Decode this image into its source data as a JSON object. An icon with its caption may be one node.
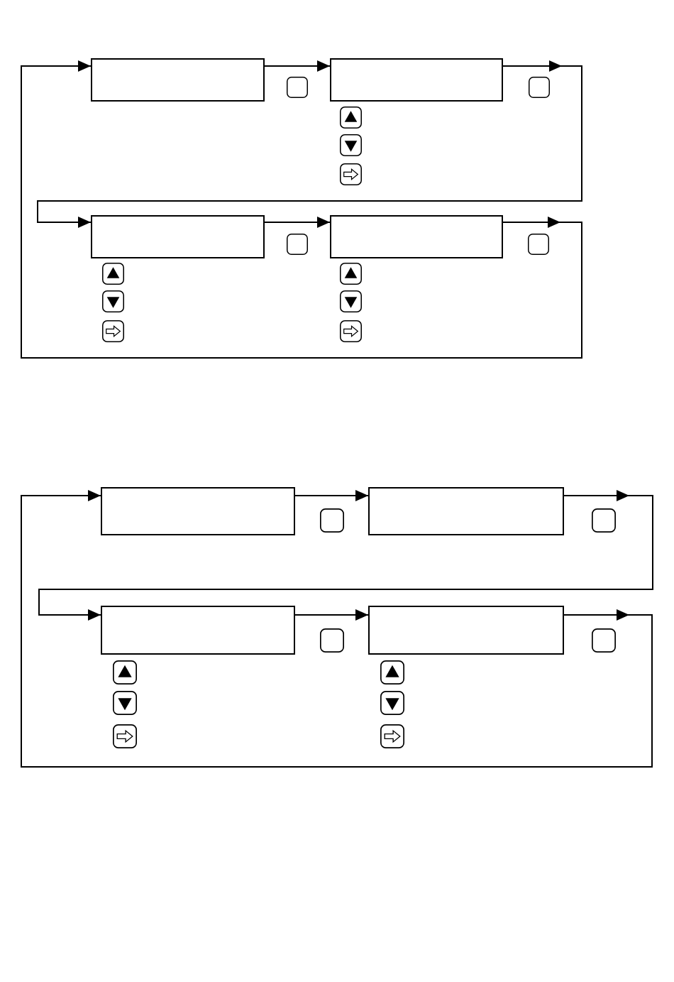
{
  "diagram": {
    "nodes": [
      {
        "text": [],
        "shape": "box"
      },
      {
        "text": [],
        "shape": "box"
      },
      {
        "text": [],
        "shape": "box"
      },
      {
        "text": [],
        "shape": "box"
      },
      {
        "text": [],
        "shape": "box"
      },
      {
        "text": [],
        "shape": "box"
      },
      {
        "text": [],
        "shape": "box"
      },
      {
        "text": [],
        "shape": "box"
      }
    ],
    "edges": [
      {
        "from": 0,
        "to": 1,
        "arrow": "to"
      },
      {
        "from": 1,
        "to": 2,
        "arrow": "to"
      },
      {
        "from": 2,
        "to": 3,
        "arrow": "to"
      },
      {
        "from": 3,
        "to": 0,
        "arrow": "to"
      },
      {
        "from": 4,
        "to": 5,
        "arrow": "to"
      },
      {
        "from": 5,
        "to": 6,
        "arrow": "to"
      },
      {
        "from": 6,
        "to": 7,
        "arrow": "to"
      },
      {
        "from": 7,
        "to": 4,
        "arrow": "to"
      }
    ]
  }
}
